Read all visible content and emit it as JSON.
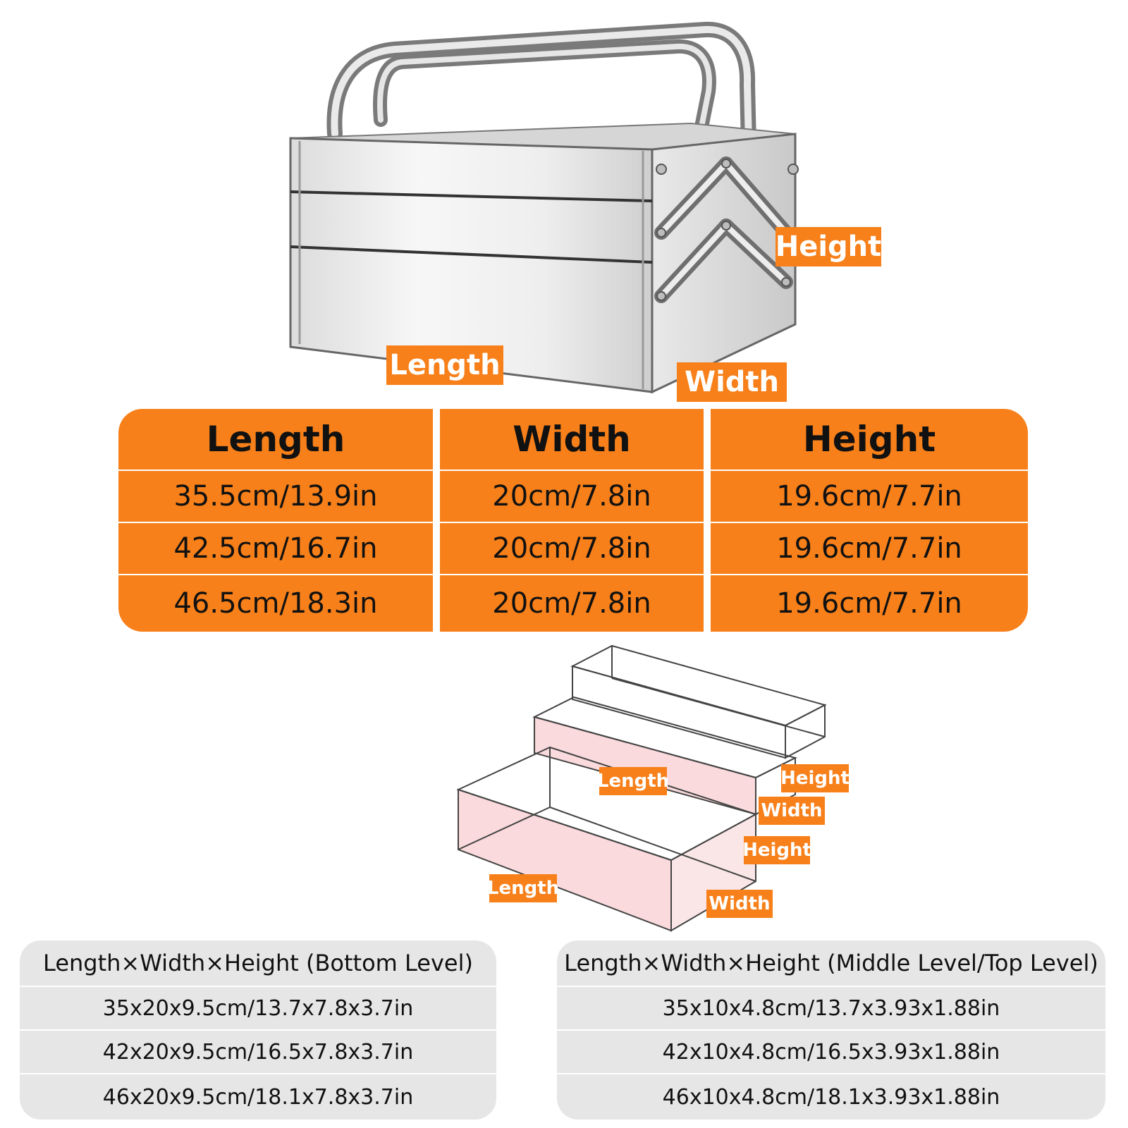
{
  "toolbox_labels": {
    "length": "Length",
    "width": "Width",
    "height": "Height"
  },
  "main_table": {
    "headers": [
      "Length",
      "Width",
      "Height"
    ],
    "rows": [
      [
        "35.5cm/13.9in",
        "20cm/7.8in",
        "19.6cm/7.7in"
      ],
      [
        "42.5cm/16.7in",
        "20cm/7.8in",
        "19.6cm/7.7in"
      ],
      [
        "46.5cm/18.3in",
        "20cm/7.8in",
        "19.6cm/7.7in"
      ]
    ]
  },
  "diagram_labels": {
    "upper_length": "Length",
    "upper_height": "Height",
    "upper_width": "Width",
    "lower_height": "Height",
    "lower_length": "Length",
    "lower_width": "Width"
  },
  "bottom_level": {
    "title": "Length×Width×Height (Bottom Level)",
    "rows": [
      "35x20x9.5cm/13.7x7.8x3.7in",
      "42x20x9.5cm/16.5x7.8x3.7in",
      "46x20x9.5cm/18.1x7.8x3.7in"
    ]
  },
  "middle_top_level": {
    "title": "Length×Width×Height (Middle Level/Top Level)",
    "rows": [
      "35x10x4.8cm/13.7x3.93x1.88in",
      "42x10x4.8cm/16.5x3.93x1.88in",
      "46x10x4.8cm/18.1x3.93x1.88in"
    ]
  },
  "colors": {
    "accent": "#f7801a",
    "table_grey": "#e6e6e6",
    "box_pink": "#f9d6d8"
  }
}
